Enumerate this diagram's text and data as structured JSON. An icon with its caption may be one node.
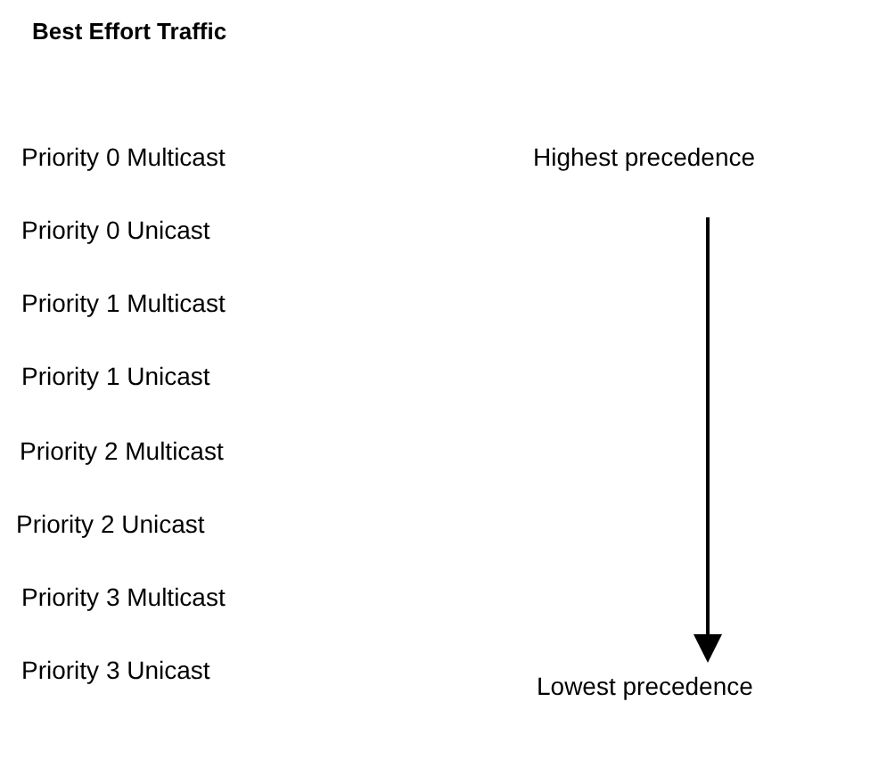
{
  "diagram": {
    "title": "Best Effort Traffic",
    "labels": [
      "Priority 0 Multicast",
      "Highest precedence",
      "Priority 0 Unicast",
      "Priority 1 Multicast",
      "Priority 1 Unicast",
      "Priority 2 Multicast",
      "Priority 2 Unicast",
      "Priority 3 Multicast",
      "Priority 3 Unicast",
      "Lowest precedence"
    ]
  }
}
